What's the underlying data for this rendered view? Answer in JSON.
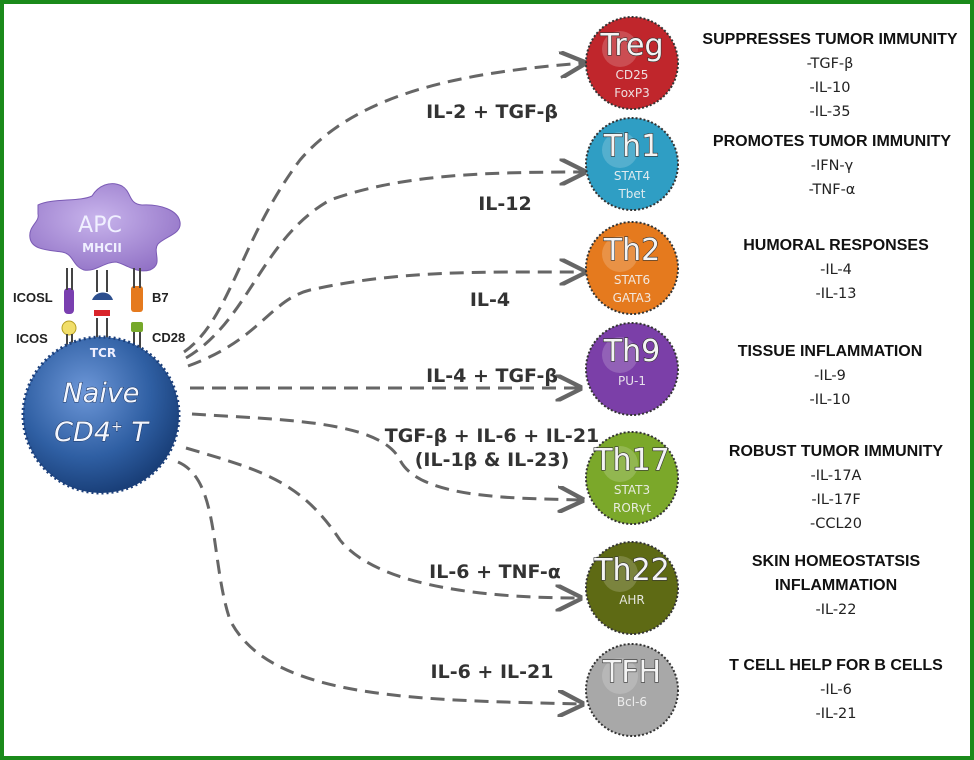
{
  "apc": {
    "label": "APC",
    "sublabel": "MHCII"
  },
  "naive": {
    "line1": "Naive",
    "line2": "CD4",
    "sup": "+",
    "line2_end": " T"
  },
  "receptors": {
    "icosl": "ICOSL",
    "icos": "ICOS",
    "b7": "B7",
    "cd28": "CD28",
    "tcr": "TCR"
  },
  "colors": {
    "frame": "#1a8a1a",
    "arrow": "#666666",
    "apc": "#a78bd4",
    "naive": "#2f5fa3"
  },
  "cells": [
    {
      "id": "treg",
      "name": "Treg",
      "markers": [
        "CD25",
        "FoxP3"
      ],
      "color": "#c0262c",
      "cytokine": [
        "IL-2 + TGF-β"
      ],
      "title": [
        "SUPPRESSES TUMOR IMMUNITY"
      ],
      "items": [
        "-TGF-β",
        "-IL-10",
        "-IL-35"
      ]
    },
    {
      "id": "th1",
      "name": "Th1",
      "markers": [
        "STAT4",
        "Tbet"
      ],
      "color": "#2f9ec4",
      "cytokine": [
        "IL-12"
      ],
      "title": [
        "PROMOTES TUMOR IMMUNITY"
      ],
      "items": [
        "-IFN-γ",
        "-TNF-α"
      ]
    },
    {
      "id": "th2",
      "name": "Th2",
      "markers": [
        "STAT6",
        "GATA3"
      ],
      "color": "#e57a1e",
      "cytokine": [
        "IL-4"
      ],
      "title": [
        "HUMORAL RESPONSES"
      ],
      "items": [
        "-IL-4",
        "-IL-13"
      ]
    },
    {
      "id": "th9",
      "name": "Th9",
      "markers": [
        "PU-1"
      ],
      "color": "#7b3fa8",
      "cytokine": [
        "IL-4 + TGF-β"
      ],
      "title": [
        "TISSUE INFLAMMATION"
      ],
      "items": [
        "-IL-9",
        "-IL-10"
      ]
    },
    {
      "id": "th17",
      "name": "Th17",
      "markers": [
        "STAT3",
        "RORγt"
      ],
      "color": "#7ba82a",
      "cytokine": [
        "TGF-β + IL-6 + IL-21",
        "(IL-1β & IL-23)"
      ],
      "title": [
        "ROBUST TUMOR IMMUNITY"
      ],
      "items": [
        "-IL-17A",
        "-IL-17F",
        "-CCL20"
      ]
    },
    {
      "id": "th22",
      "name": "Th22",
      "markers": [
        "AHR"
      ],
      "color": "#5e6a14",
      "cytokine": [
        "IL-6 + TNF-α"
      ],
      "title": [
        "SKIN HOMEOSTATSIS",
        "INFLAMMATION"
      ],
      "items": [
        "-IL-22"
      ]
    },
    {
      "id": "tfh",
      "name": "TFH",
      "markers": [
        "Bcl-6"
      ],
      "color": "#a8a8a8",
      "cytokine": [
        "IL-6 + IL-21"
      ],
      "title": [
        "T CELL HELP FOR B CELLS"
      ],
      "items": [
        "-IL-6",
        "-IL-21"
      ]
    }
  ]
}
